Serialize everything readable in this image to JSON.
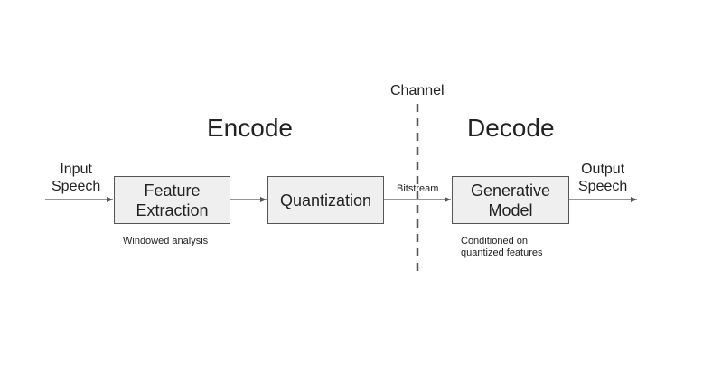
{
  "diagram": {
    "channel_label": "Channel",
    "encode_label": "Encode",
    "decode_label": "Decode",
    "input_label": [
      "Input",
      "Speech"
    ],
    "output_label": [
      "Output",
      "Speech"
    ],
    "bitstream_label": "Bitstream",
    "blocks": {
      "feature_extraction": [
        "Feature",
        "Extraction"
      ],
      "quantization": "Quantization",
      "generative_model": [
        "Generative",
        "Model"
      ]
    },
    "notes": {
      "feature_extraction": "Windowed analysis",
      "generative_model": [
        "Conditioned on",
        "quantized features"
      ]
    }
  }
}
